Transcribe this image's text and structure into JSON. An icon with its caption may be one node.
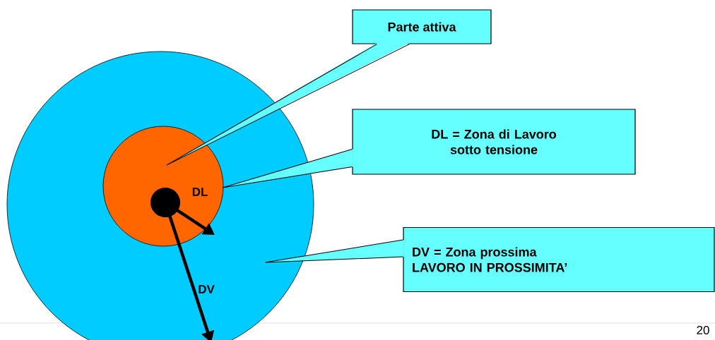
{
  "diagram": {
    "nodes": [
      {
        "text": [],
        "shape": "circle"
      },
      {
        "text": [],
        "shape": "circle",
        "in": 0
      },
      {
        "text": [],
        "shape": "circle",
        "in": 1
      },
      {
        "text": [
          "Parte attiva"
        ]
      },
      {
        "text": [
          "DL = Zona di Lavoro sotto tensione"
        ]
      },
      {
        "text": [
          "DV = Zona prossima LAVORO IN PROSSIMITA’"
        ]
      }
    ],
    "edges": [
      {
        "from": 3,
        "to": null,
        "arrow": "none"
      },
      {
        "from": 4,
        "to": 1,
        "arrow": "none"
      },
      {
        "from": 5,
        "to": null,
        "arrow": "none"
      }
    ],
    "labels": [
      "DL",
      "DV",
      "20"
    ]
  }
}
